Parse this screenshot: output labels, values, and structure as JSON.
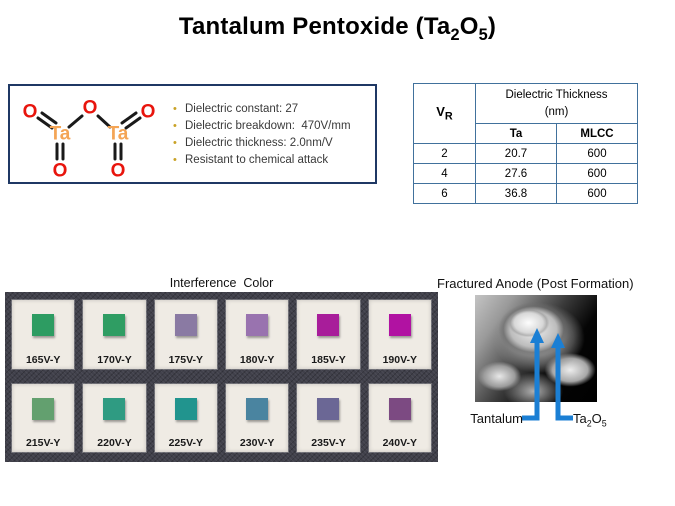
{
  "title": {
    "part1": "Tantalum Pentoxide (Ta",
    "sub1": "2",
    "part2": "O",
    "sub2": "5",
    "part3": ")"
  },
  "molecule": {
    "o_label": "O",
    "ta_label": "Ta",
    "colors": {
      "oxygen": "#e8150d",
      "tantalum": "#f4a556",
      "bond": "#1a1a1a"
    }
  },
  "properties": {
    "bullet_color": "#c9a227",
    "items": [
      "Dielectric constant: 27",
      "Dielectric breakdown:  470V/mm",
      "Dielectric thickness: 2.0nm/V",
      "Resistant to chemical attack"
    ]
  },
  "table": {
    "border_color": "#41719c",
    "header": {
      "vr_main": "V",
      "vr_sub": "R",
      "span_line1": "Dielectric Thickness",
      "span_line2": "(nm)",
      "col1": "Ta",
      "col2": "MLCC"
    },
    "rows": [
      [
        "2",
        "20.7",
        "600"
      ],
      [
        "4",
        "27.6",
        "600"
      ],
      [
        "6",
        "36.8",
        "600"
      ]
    ]
  },
  "interference": {
    "label": "Interference  Color",
    "chips": [
      {
        "label": "165V-Y",
        "color": "#2d9c62"
      },
      {
        "label": "170V-Y",
        "color": "#2f9d63"
      },
      {
        "label": "175V-Y",
        "color": "#8a7aa3"
      },
      {
        "label": "180V-Y",
        "color": "#9973af"
      },
      {
        "label": "185V-Y",
        "color": "#a81d9a"
      },
      {
        "label": "190V-Y",
        "color": "#b112a2"
      },
      {
        "label": "215V-Y",
        "color": "#63a06f"
      },
      {
        "label": "220V-Y",
        "color": "#2f9b82"
      },
      {
        "label": "225V-Y",
        "color": "#21948e"
      },
      {
        "label": "230V-Y",
        "color": "#4a84a0"
      },
      {
        "label": "235V-Y",
        "color": "#6b6795"
      },
      {
        "label": "240V-Y",
        "color": "#7c4a82"
      }
    ]
  },
  "fractured": {
    "label": "Fractured Anode (Post Formation)",
    "arrow_color": "#1b7fd4",
    "tantalum_label": "Tantalum",
    "ta2o5": {
      "part1": "Ta",
      "sub1": "2",
      "part2": "O",
      "sub2": "5"
    }
  }
}
